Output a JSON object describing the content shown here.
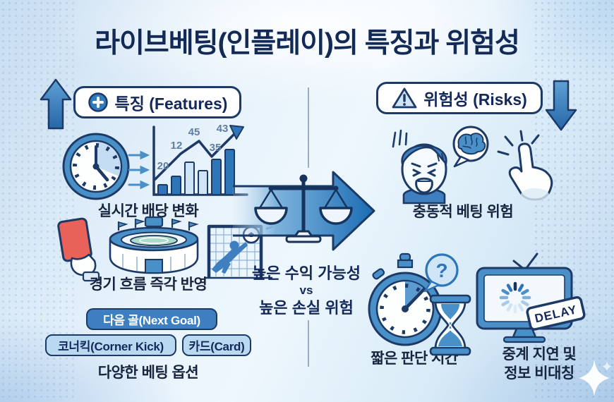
{
  "title": "라이브베팅(인플레이)의 특징과 위험성",
  "features": {
    "header": "특징 (Features)",
    "items": [
      {
        "label": "실시간 배당 변화",
        "chart_values": [
          "20",
          "12",
          "45",
          "35",
          "43"
        ]
      },
      {
        "label": "경기 흐름 즉각 반영"
      },
      {
        "label": "다양한 베팅 옵션",
        "options": [
          "다음 골(Next Goal)",
          "코너킥(Corner Kick)",
          "카드(Card)"
        ]
      }
    ]
  },
  "comparison": {
    "profit": "높은 수익 가능성",
    "versus": "vs",
    "loss": "높은 손실 위험"
  },
  "risks": {
    "header": "위험성 (Risks)",
    "items": [
      {
        "label": "충동적 베팅 위험"
      },
      {
        "label": "짧은 판단 시간",
        "bubble_text": "?"
      },
      {
        "label_line1": "중계 지연 및",
        "label_line2": "정보 비대칭",
        "stamp": "DELAY"
      }
    ]
  },
  "colors": {
    "accent_blue": "#2e7cc0",
    "outline_navy": "#1d3a66",
    "title_navy": "#132a56",
    "light_blue": "#b8d9f0",
    "red_card": "#e8625a",
    "background": "#dcecf8"
  }
}
